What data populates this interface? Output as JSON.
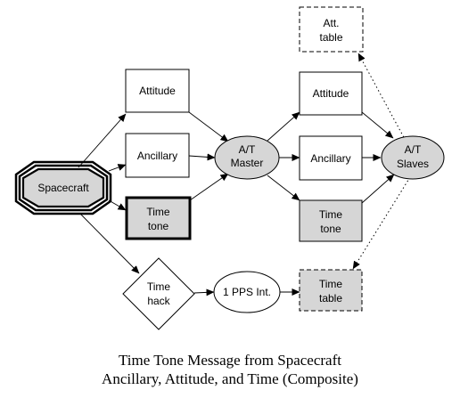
{
  "nodes": {
    "spacecraft": "Spacecraft",
    "attitude_in": "Attitude",
    "ancillary_in": "Ancillary",
    "time_tone_in": [
      "Time",
      "tone"
    ],
    "at_master": [
      "A/T",
      "Master"
    ],
    "attitude_out": "Attitude",
    "ancillary_out": "Ancillary",
    "time_tone_out": [
      "Time",
      "tone"
    ],
    "at_slaves": [
      "A/T",
      "Slaves"
    ],
    "att_table": [
      "Att.",
      "table"
    ],
    "time_hack": [
      "Time",
      "hack"
    ],
    "pps_int": "1 PPS Int.",
    "time_table": [
      "Time",
      "table"
    ]
  },
  "caption": {
    "line1": "Time Tone Message from Spacecraft",
    "line2": "Ancillary, Attitude, and Time (Composite)"
  },
  "colors": {
    "shaded_fill": "#d6d6d6",
    "plain_fill": "#ffffff",
    "stroke": "#000000"
  }
}
